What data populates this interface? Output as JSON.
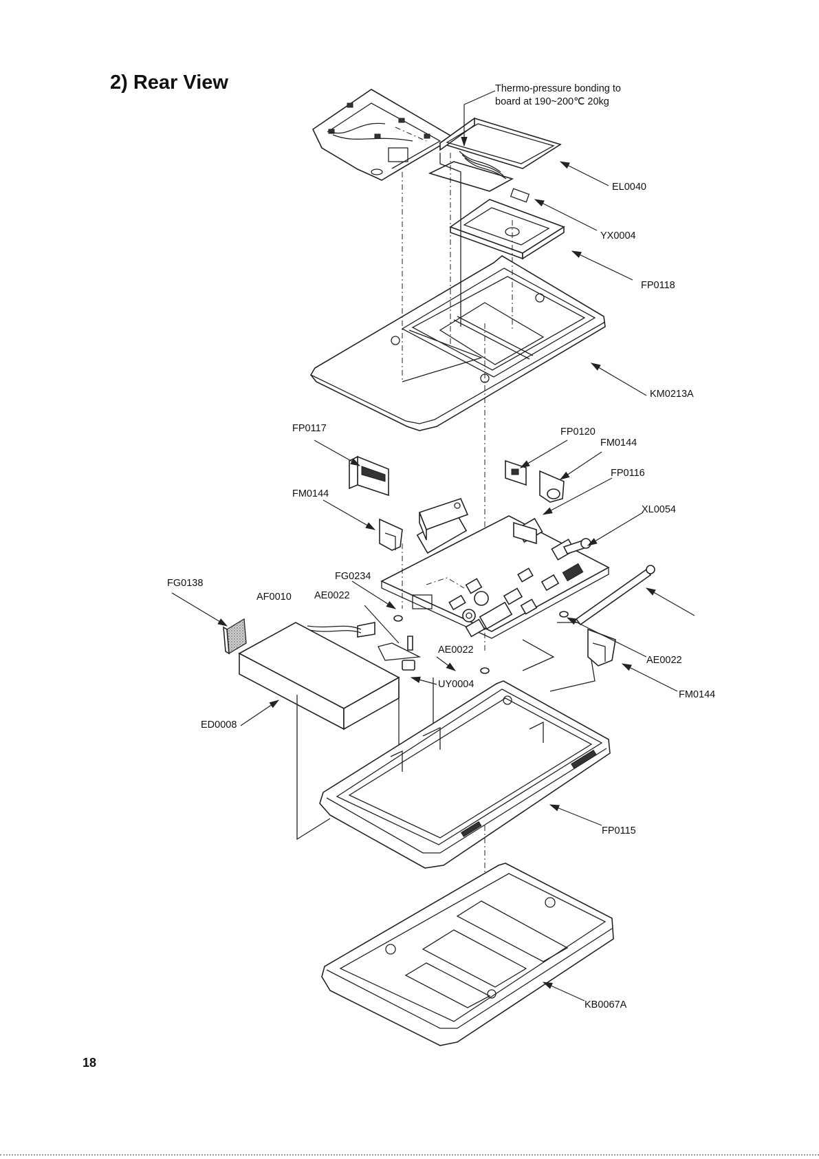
{
  "heading": "2) Rear View",
  "page_number": "18",
  "note": {
    "line1": "Thermo-pressure bonding to",
    "line2": "board at 190~200℃ 20kg"
  },
  "labels": {
    "EL0040": "EL0040",
    "YX0004": "YX0004",
    "FP0118": "FP0118",
    "KM0213A": "KM0213A",
    "FP0117": "FP0117",
    "FP0120": "FP0120",
    "FM0144_top": "FM0144",
    "FP0116": "FP0116",
    "FM0144_left": "FM0144",
    "XL0054": "XL0054",
    "FG0234": "FG0234",
    "FG0138": "FG0138",
    "AF0010": "AF0010",
    "AE0022_left": "AE0022",
    "AE0022_center": "AE0022",
    "AE0022_right": "AE0022",
    "UY0004": "UY0004",
    "FM0144_right": "FM0144",
    "ED0008": "ED0008",
    "FP0115": "FP0115",
    "KB0067A": "KB0067A"
  }
}
